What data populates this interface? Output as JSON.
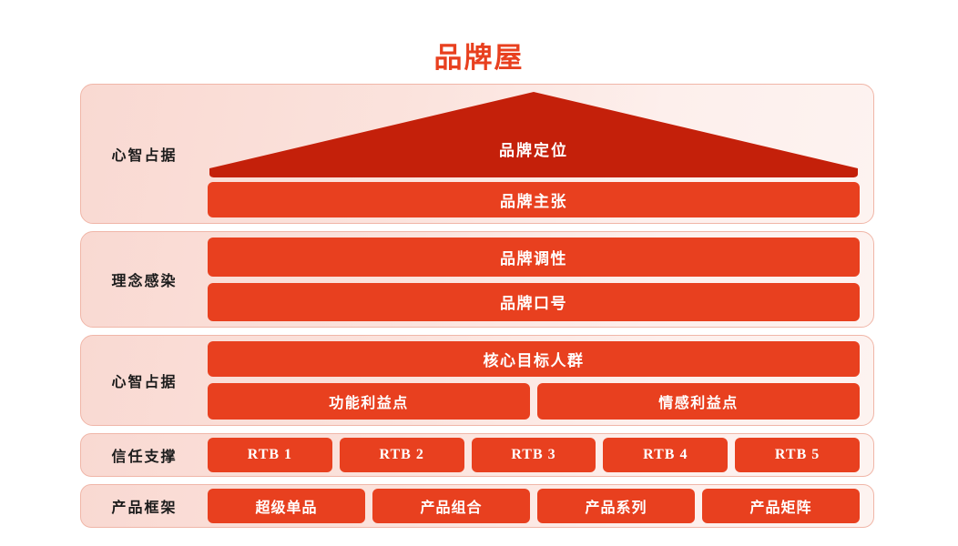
{
  "title": "品牌屋",
  "theme": {
    "roof_red": "#C4200A",
    "bar_red": "#E8401F",
    "panel_pink": "#FADDD7",
    "title_color": "#E8401F",
    "label_color": "#1B1B1B",
    "bar_text_color": "#FFFFFF"
  },
  "sections": [
    {
      "label": "心智占据",
      "roof": {
        "text": "品牌定位"
      },
      "bars": [
        "品牌主张"
      ]
    },
    {
      "label": "理念感染",
      "bars": [
        "品牌调性",
        "品牌口号"
      ]
    },
    {
      "label": "心智占据",
      "bars": [
        "核心目标人群"
      ],
      "split_row": [
        "功能利益点",
        "情感利益点"
      ]
    },
    {
      "label": "信任支撑",
      "row": [
        "RTB 1",
        "RTB 2",
        "RTB 3",
        "RTB 4",
        "RTB 5"
      ]
    },
    {
      "label": "产品框架",
      "row": [
        "超级单品",
        "产品组合",
        "产品系列",
        "产品矩阵"
      ]
    }
  ]
}
